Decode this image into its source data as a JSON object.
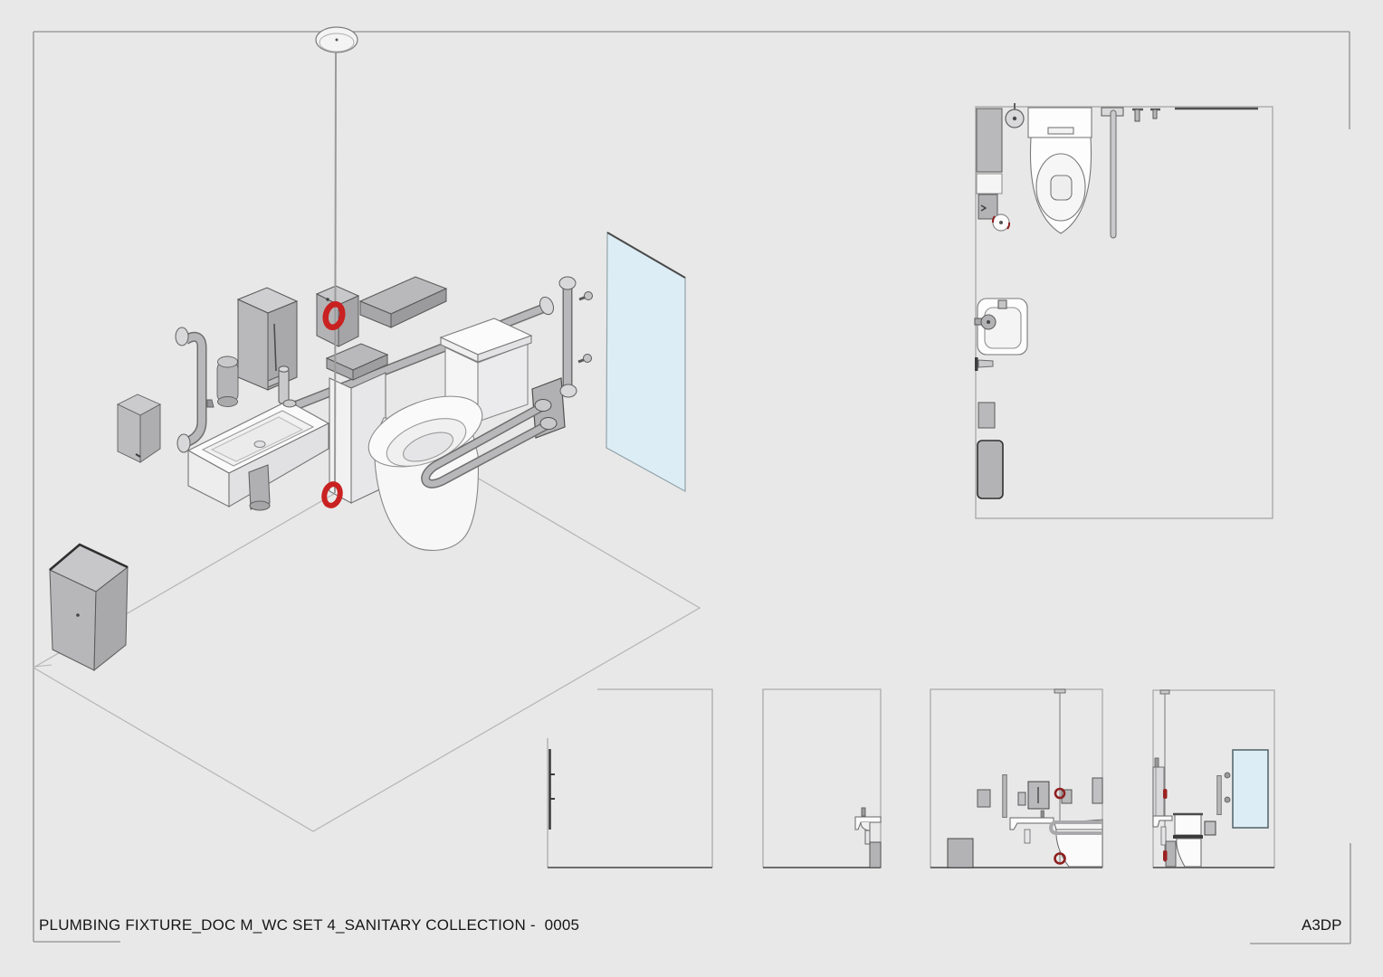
{
  "sheet": {
    "title": "PLUMBING FIXTURE_DOC M_WC SET 4_SANITARY COLLECTION -  0005",
    "code": "A3DP",
    "background_color": "#e8e8e8",
    "line_color": "#7a7a7a",
    "accent_red": "#c92121",
    "accent_red_dark": "#8e1f1f",
    "mirror_color": "#dcedf5",
    "fixture_gray": "#b9b9bb"
  },
  "views": {
    "isometric": {
      "name": "3d-sanitary-collection",
      "components": [
        "ceiling-rose",
        "pull-cord",
        "cord-ring-upper",
        "cord-ring-lower",
        "waste-bin",
        "wall-dispenser",
        "grab-rail-vertical-left",
        "paper-towel-dispenser",
        "soap-dispenser",
        "alarm-pull-cord-unit",
        "backrest-shelf",
        "washbasin",
        "basin-tap",
        "basin-waste-pipe",
        "grab-rail-horizontal",
        "concealed-cistern-unit",
        "toilet",
        "hinged-support-rail",
        "grab-rail-vertical-right",
        "wall-screws",
        "mirror",
        "floor-outline"
      ]
    },
    "plan": {
      "name": "plan-view",
      "components": [
        "room-outline",
        "toilet-plan",
        "cistern-plan",
        "washbasin-plan",
        "tap-plan",
        "pull-cord-plan",
        "mirror-plan",
        "grab-rail-ends-plan",
        "paper-towel-dispenser-plan",
        "soap-dispenser-plan",
        "waste-bin-plan",
        "toilet-roll-holder-plan",
        "alarm-marker-plan"
      ]
    },
    "elevations": [
      {
        "name": "elevation-1",
        "components": [
          "wall-outline",
          "grab-rail-edge-on"
        ]
      },
      {
        "name": "elevation-2",
        "components": [
          "wall-outline",
          "washbasin-profile",
          "trap",
          "pedestal"
        ]
      },
      {
        "name": "elevation-3",
        "components": [
          "wall-outline",
          "pull-cord",
          "cord-rings",
          "paper-towel-dispenser",
          "grab-rail",
          "soap-dispenser",
          "hand-dryer",
          "washbasin",
          "trap",
          "waste-bin",
          "toilet",
          "hinged-rail"
        ]
      },
      {
        "name": "elevation-4",
        "components": [
          "wall-outline",
          "pull-cord",
          "cord-bands",
          "cistern-edge",
          "washbasin-edge",
          "toilet-side",
          "toilet-roll-holder",
          "grab-rail",
          "wall-screws",
          "mirror"
        ]
      }
    ]
  }
}
